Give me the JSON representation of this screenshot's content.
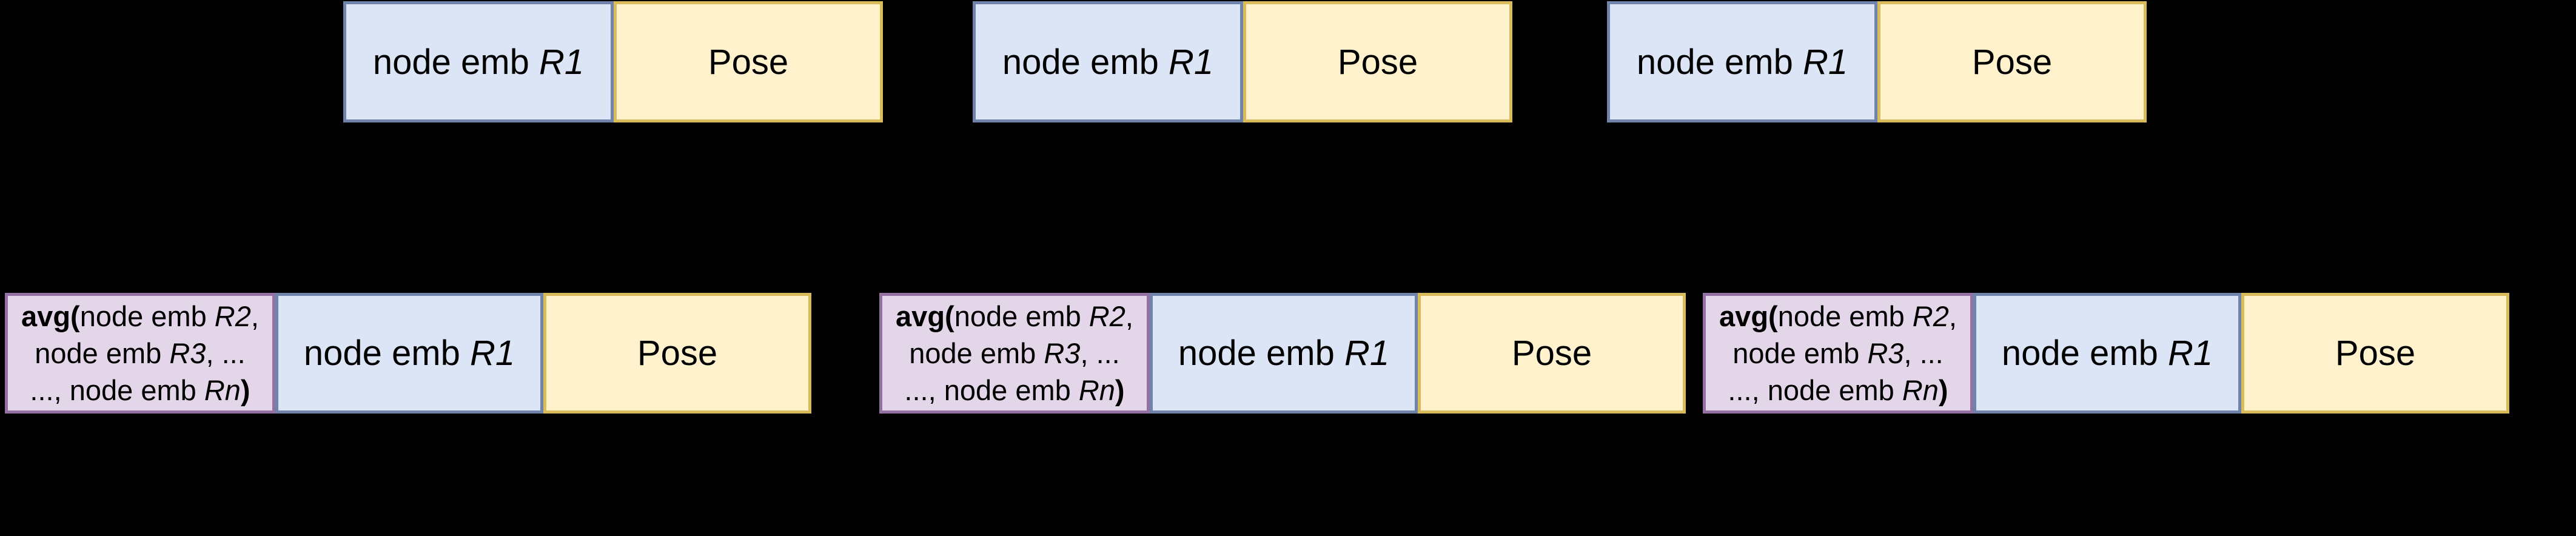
{
  "colors": {
    "background": "#000000",
    "node_emb_fill": "#dbe5f6",
    "node_emb_border": "#6f83ab",
    "pose_fill": "#fff2cc",
    "pose_border": "#d9bb5c",
    "avg_fill": "#e4d6e9",
    "avg_border": "#9372a3",
    "text": "#000000"
  },
  "labels": {
    "node_emb": {
      "prefix": "node emb ",
      "var": "R1"
    },
    "pose": "Pose",
    "avg": {
      "line1_bold": "avg(",
      "line1_text": "node emb ",
      "line1_var": "R2",
      "line1_tail": ",",
      "line2_text": "node emb ",
      "line2_var": "R3",
      "line2_tail": ", ...",
      "line3_text": "..., node emb ",
      "line3_var": "Rn",
      "line3_bold": ")"
    }
  },
  "rows": {
    "top": {
      "group_count": 3,
      "boxes_per_group": [
        "node emb R1",
        "Pose"
      ]
    },
    "bottom": {
      "group_count": 3,
      "boxes_per_group": [
        "avg(node emb R2, node emb R3, ... ..., node emb Rn)",
        "node emb R1",
        "Pose"
      ]
    }
  }
}
